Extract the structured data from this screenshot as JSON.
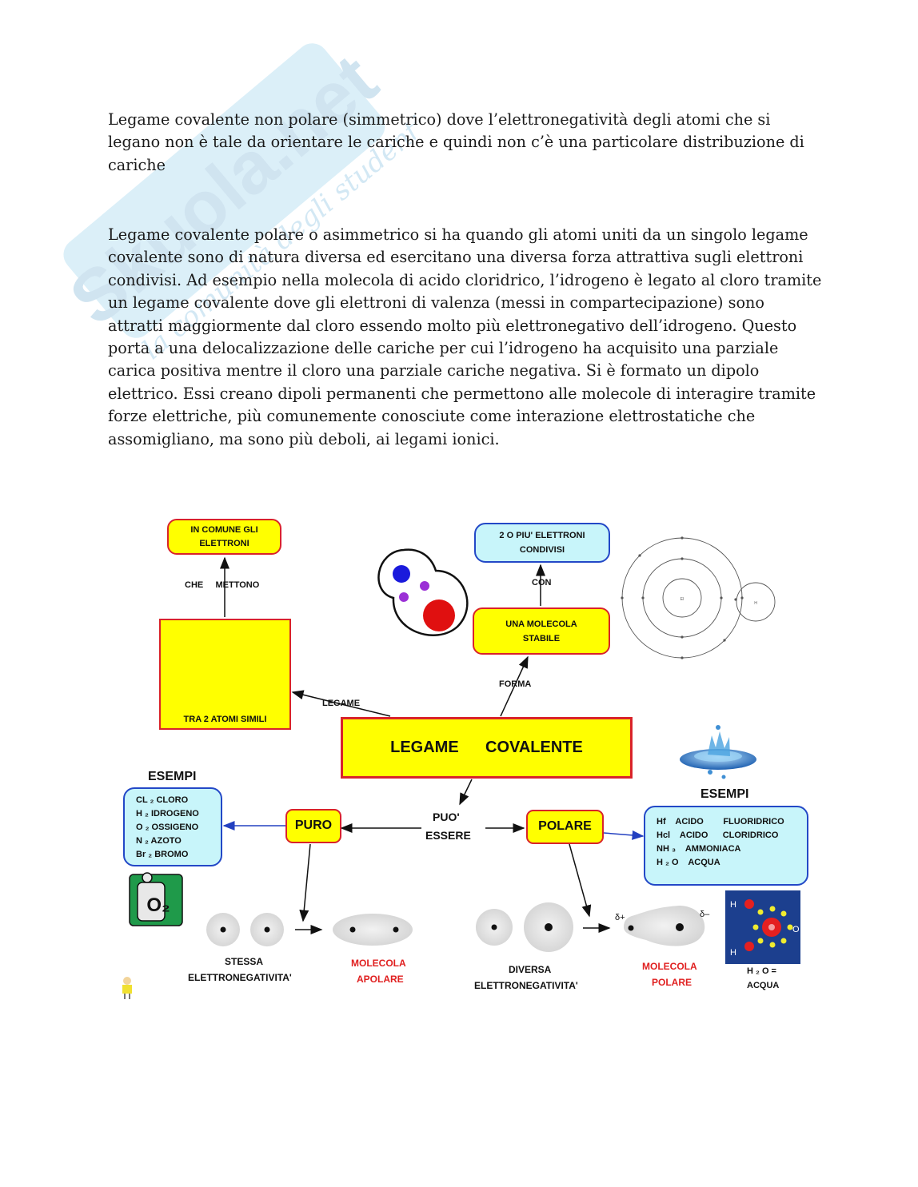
{
  "paragraphs": {
    "p1": [
      "Legame covalente non polare (simmetrico) dove l’elettronegatività degli atomi che si",
      "legano non è tale da orientare le cariche e quindi non c’è una particolare distribuzione di",
      "cariche"
    ],
    "p2": [
      "Legame covalente polare o asimmetrico si ha quando gli atomi uniti da un singolo legame",
      "covalente sono di natura diversa ed esercitano una diversa forza attrattiva sugli elettroni",
      "condivisi. Ad esempio nella molecola di acido cloridrico, l’idrogeno è legato al cloro tramite",
      "un legame covalente dove gli elettroni di valenza (messi in compartecipazione) sono",
      "attratti maggiormente dal cloro essendo molto più elettronegativo dell’idrogeno. Questo",
      "porta a una delocalizzazione delle cariche per cui l’idrogeno ha acquisito una parziale",
      "carica positiva mentre il cloro una parziale cariche negativa. Si è formato un dipolo",
      "elettrico. Essi creano dipoli permanenti che permettono alle molecole di interagire tramite",
      "forze elettriche, più comunemente conosciute come interazione elettrostatiche che",
      "assomigliano, ma sono più deboli, ai legami ionici."
    ]
  },
  "watermark": {
    "brand": "Skuola.net",
    "tagline": "la comunità degli studenti"
  },
  "diagram": {
    "center": "LEGAME      COVALENTE",
    "in_comune": "IN   COMUNE   GLI ELETTRONI",
    "che_mettono": "CHE     METTONO",
    "tra_atomi": "TRA  2   ATOMI   SIMILI",
    "legame": "LEGAME",
    "due_elettroni": "2  O  PIU'     ELETTRONI CONDIVISI",
    "con": "CON",
    "molecola_stabile": "UNA     MOLECOLA STABILE",
    "forma": "FORMA",
    "puo_essere_1": "PUO'",
    "puo_essere_2": "ESSERE",
    "puro": "PURO",
    "polare": "POLARE",
    "esempi_left_title": "ESEMPI",
    "esempi_left": [
      "CL ₂   CLORO",
      "H ₂     IDROGENO",
      "O ₂    OSSIGENO",
      "N ₂    AZOTO",
      "Br ₂    BROMO"
    ],
    "esempi_right_title": "ESEMPI",
    "esempi_right": [
      "Hf    ACIDO        FLUORIDRICO",
      "Hcl    ACIDO      CLORIDRICO",
      "NH ₃    AMMONIACA",
      "H ₂ O    ACQUA"
    ],
    "stessa_1": "STESSA",
    "stessa_2": "ELETTRONEGATIVITA'",
    "apolare_1": "MOLECOLA",
    "apolare_2": "APOLARE",
    "diversa_1": "DIVERSA",
    "diversa_2": "ELETTRONEGATIVITA'",
    "polare_mol_1": "MOLECOLA",
    "polare_mol_2": "POLARE",
    "delta_plus": "δ+",
    "delta_minus": "δ–",
    "acqua_1": "H ₂ O  =",
    "acqua_2": "ACQUA",
    "water_H_top": "H",
    "water_H_bottom": "H",
    "water_O": "O",
    "o2_label": "O₂",
    "atom_inner": "El",
    "atom_small": "H"
  }
}
